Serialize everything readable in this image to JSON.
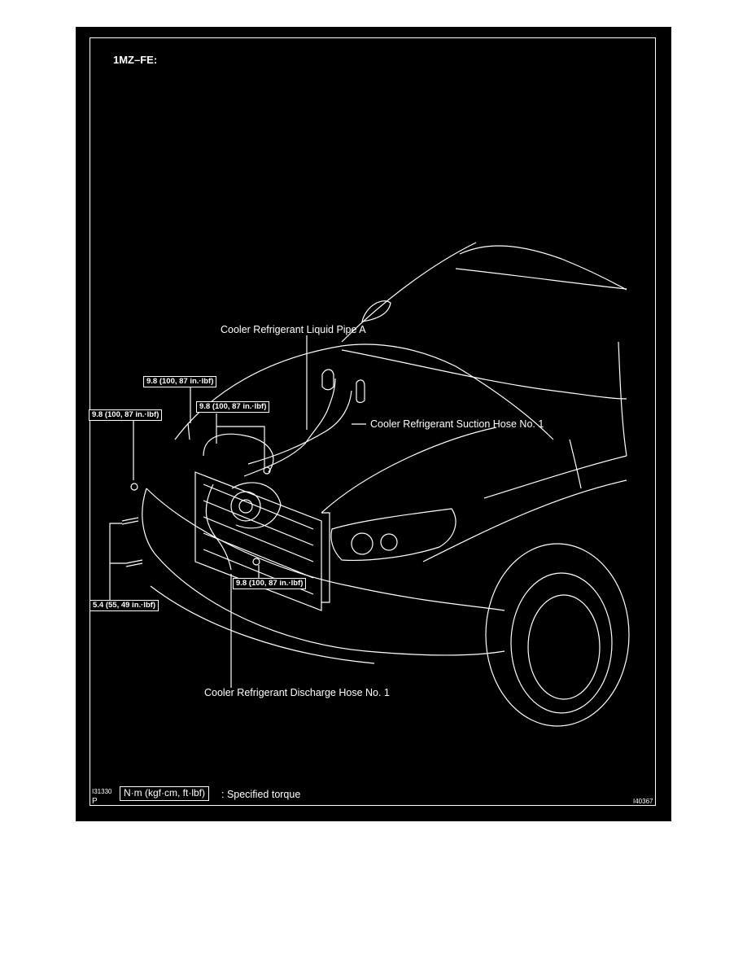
{
  "diagram": {
    "title": "1MZ–FE:",
    "callouts": {
      "liquid_pipe": "Cooler Refrigerant Liquid Pipe A",
      "suction_hose": "Cooler Refrigerant Suction Hose No. 1",
      "discharge_hose": "Cooler Refrigerant Discharge Hose No. 1"
    },
    "torque_specs": {
      "top_center": "9.8 (100, 87 in.·lbf)",
      "upper_middle": "9.8 (100, 87 in.·lbf)",
      "left": "9.8 (100, 87 in.·lbf)",
      "lower_right": "9.8 (100, 87 in.·lbf)",
      "lower_left": "5.4 (55, 49 in.·lbf)"
    },
    "legend": {
      "unit_box": "N·m (kgf·cm, ft·lbf)",
      "description": ": Specified torque"
    },
    "codes": {
      "left_code": "I31330",
      "left_letter": "P",
      "right_code": "I40367"
    }
  }
}
